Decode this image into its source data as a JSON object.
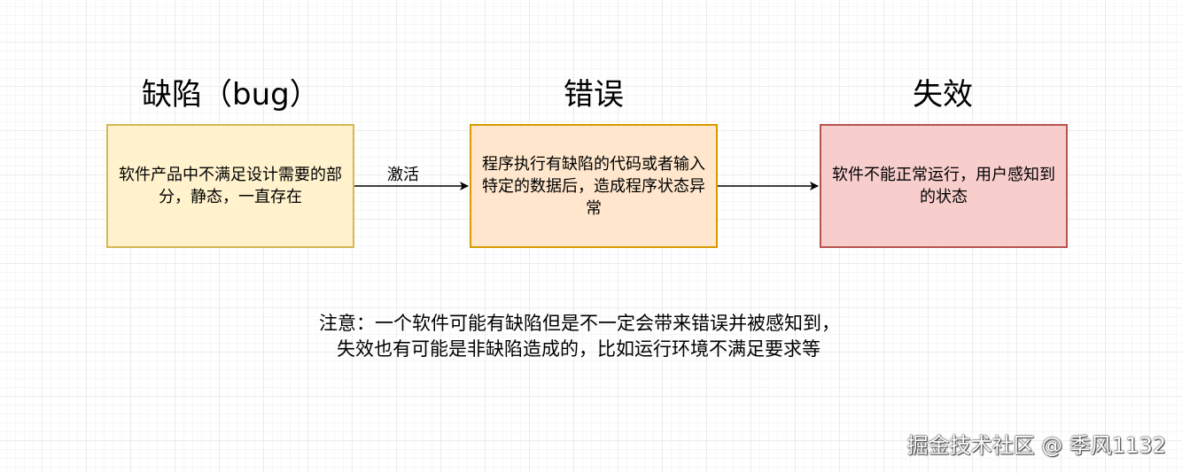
{
  "headings": {
    "defect": "缺陷（bug）",
    "error": "错误",
    "failure": "失效"
  },
  "boxes": {
    "defect": "软件产品中不满足设计需要的部分，静态，一直存在",
    "error": "程序执行有缺陷的代码或者输入特定的数据后，造成程序状态异常",
    "failure": "软件不能正常运行，用户感知到的状态"
  },
  "edge_label": "激活",
  "note": {
    "line1": "注意：一个软件可能有缺陷但是不一定会带来错误并被感知到，",
    "line2": "失效也有可能是非缺陷造成的，比如运行环境不满足要求等"
  },
  "watermark": "掘金技术社区 @ 季风1132",
  "colors": {
    "defect_fill": "#fff2cc",
    "defect_stroke": "#d6b656",
    "error_fill": "#ffe6cc",
    "error_stroke": "#d79b00",
    "failure_fill": "#f8cecc",
    "failure_stroke": "#b85450"
  }
}
